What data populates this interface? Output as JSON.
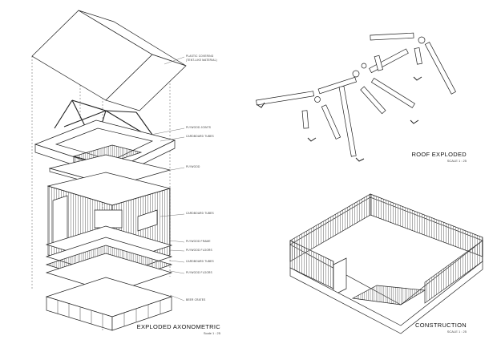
{
  "axonometric": {
    "title": "EXPLODED AXONOMETRIC",
    "scale": "Scale 1 : 25",
    "labels": {
      "roof_covering": "PLASTIC COVERING",
      "roof_covering_sub": "(TENT-LIKE MATERIAL)",
      "plywood_joints": "PLYWOOD JOINTS",
      "cardboard_tubes_1": "CARDBOARD TUBES",
      "plywood_1": "PLYWOOD",
      "cardboard_tubes_2": "CARDBOARD TUBES",
      "plywood_frame": "PLYWOOD FRAME",
      "plywood_floors_1": "PLYWOOD FLOORS",
      "cardboard_tubes_3": "CARDBOARD TUBES",
      "plywood_floors_2": "PLYWOOD FLOORS",
      "beer_crates": "BEER CRATES"
    }
  },
  "roof_exploded": {
    "title": "ROOF EXPLODED",
    "scale": "SCALE 1 : 25"
  },
  "construction": {
    "title": "CONSTRUCTION",
    "scale": "SCALE 1 : 25"
  }
}
